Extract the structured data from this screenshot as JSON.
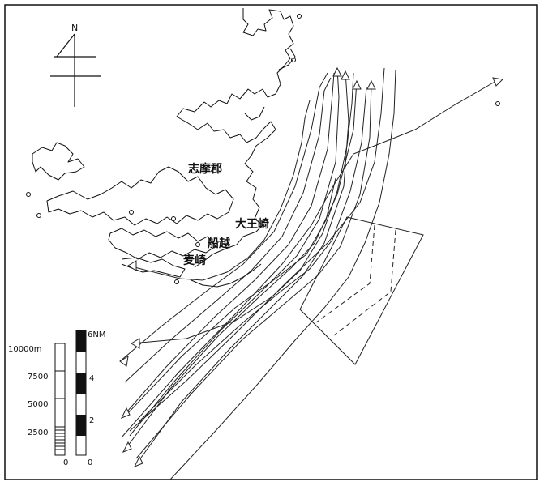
{
  "north_arrow": {
    "label": "N"
  },
  "places": {
    "district": "志摩郡",
    "cape_daiozaki": "大王崎",
    "funakoshi": "船越",
    "nakiri": "麦崎"
  },
  "scale_bars": {
    "meters": {
      "labels": [
        "10000m",
        "7500",
        "5000",
        "2500",
        "0"
      ]
    },
    "nautical_miles": {
      "labels": [
        "6NM",
        "4",
        "2",
        "0"
      ]
    }
  }
}
